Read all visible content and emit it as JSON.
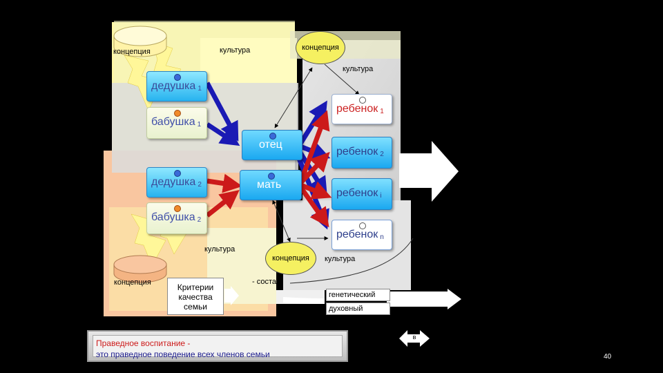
{
  "nodes": {
    "ded1": {
      "label": "дедушка",
      "sub": "1"
    },
    "bab1": {
      "label": "бабушка",
      "sub": "1"
    },
    "ded2": {
      "label": "дедушка",
      "sub": "2"
    },
    "bab2": {
      "label": "бабушка",
      "sub": "2"
    },
    "father": {
      "label": "отец"
    },
    "mother": {
      "label": "мать"
    },
    "child1": {
      "label": "ребенок",
      "sub": "1"
    },
    "child2": {
      "label": "ребенок",
      "sub": "2"
    },
    "childi": {
      "label": "ребенок",
      "sub": "i"
    },
    "childn": {
      "label": "ребенок",
      "sub": "n"
    }
  },
  "labels": {
    "concept_tl": "концепция",
    "concept_top": "концепция",
    "concept_bl": "концепция",
    "concept_bottom": "концепция",
    "culture_top": "культура",
    "culture_right": "культура",
    "culture_mid": "культура",
    "culture_bottom": "культура",
    "criteria_line1": "Критерии",
    "criteria_line2": "качества",
    "criteria_line3": "семьи",
    "sostav": "- состав",
    "genetic": "генетический",
    "spiritual": "духовный",
    "footer_title": "Праведное воспитание -",
    "footer_text": "это праведное поведение всех членов семьи",
    "nav_b": "в",
    "page_number": "40"
  },
  "colors": {
    "red": "#cc1a1a",
    "blue": "#1a1ab4",
    "node_blue": "#27b3ef",
    "yellow": "#fff7a6",
    "peach": "#f9c6a0",
    "ellipse": "#f5f061"
  }
}
